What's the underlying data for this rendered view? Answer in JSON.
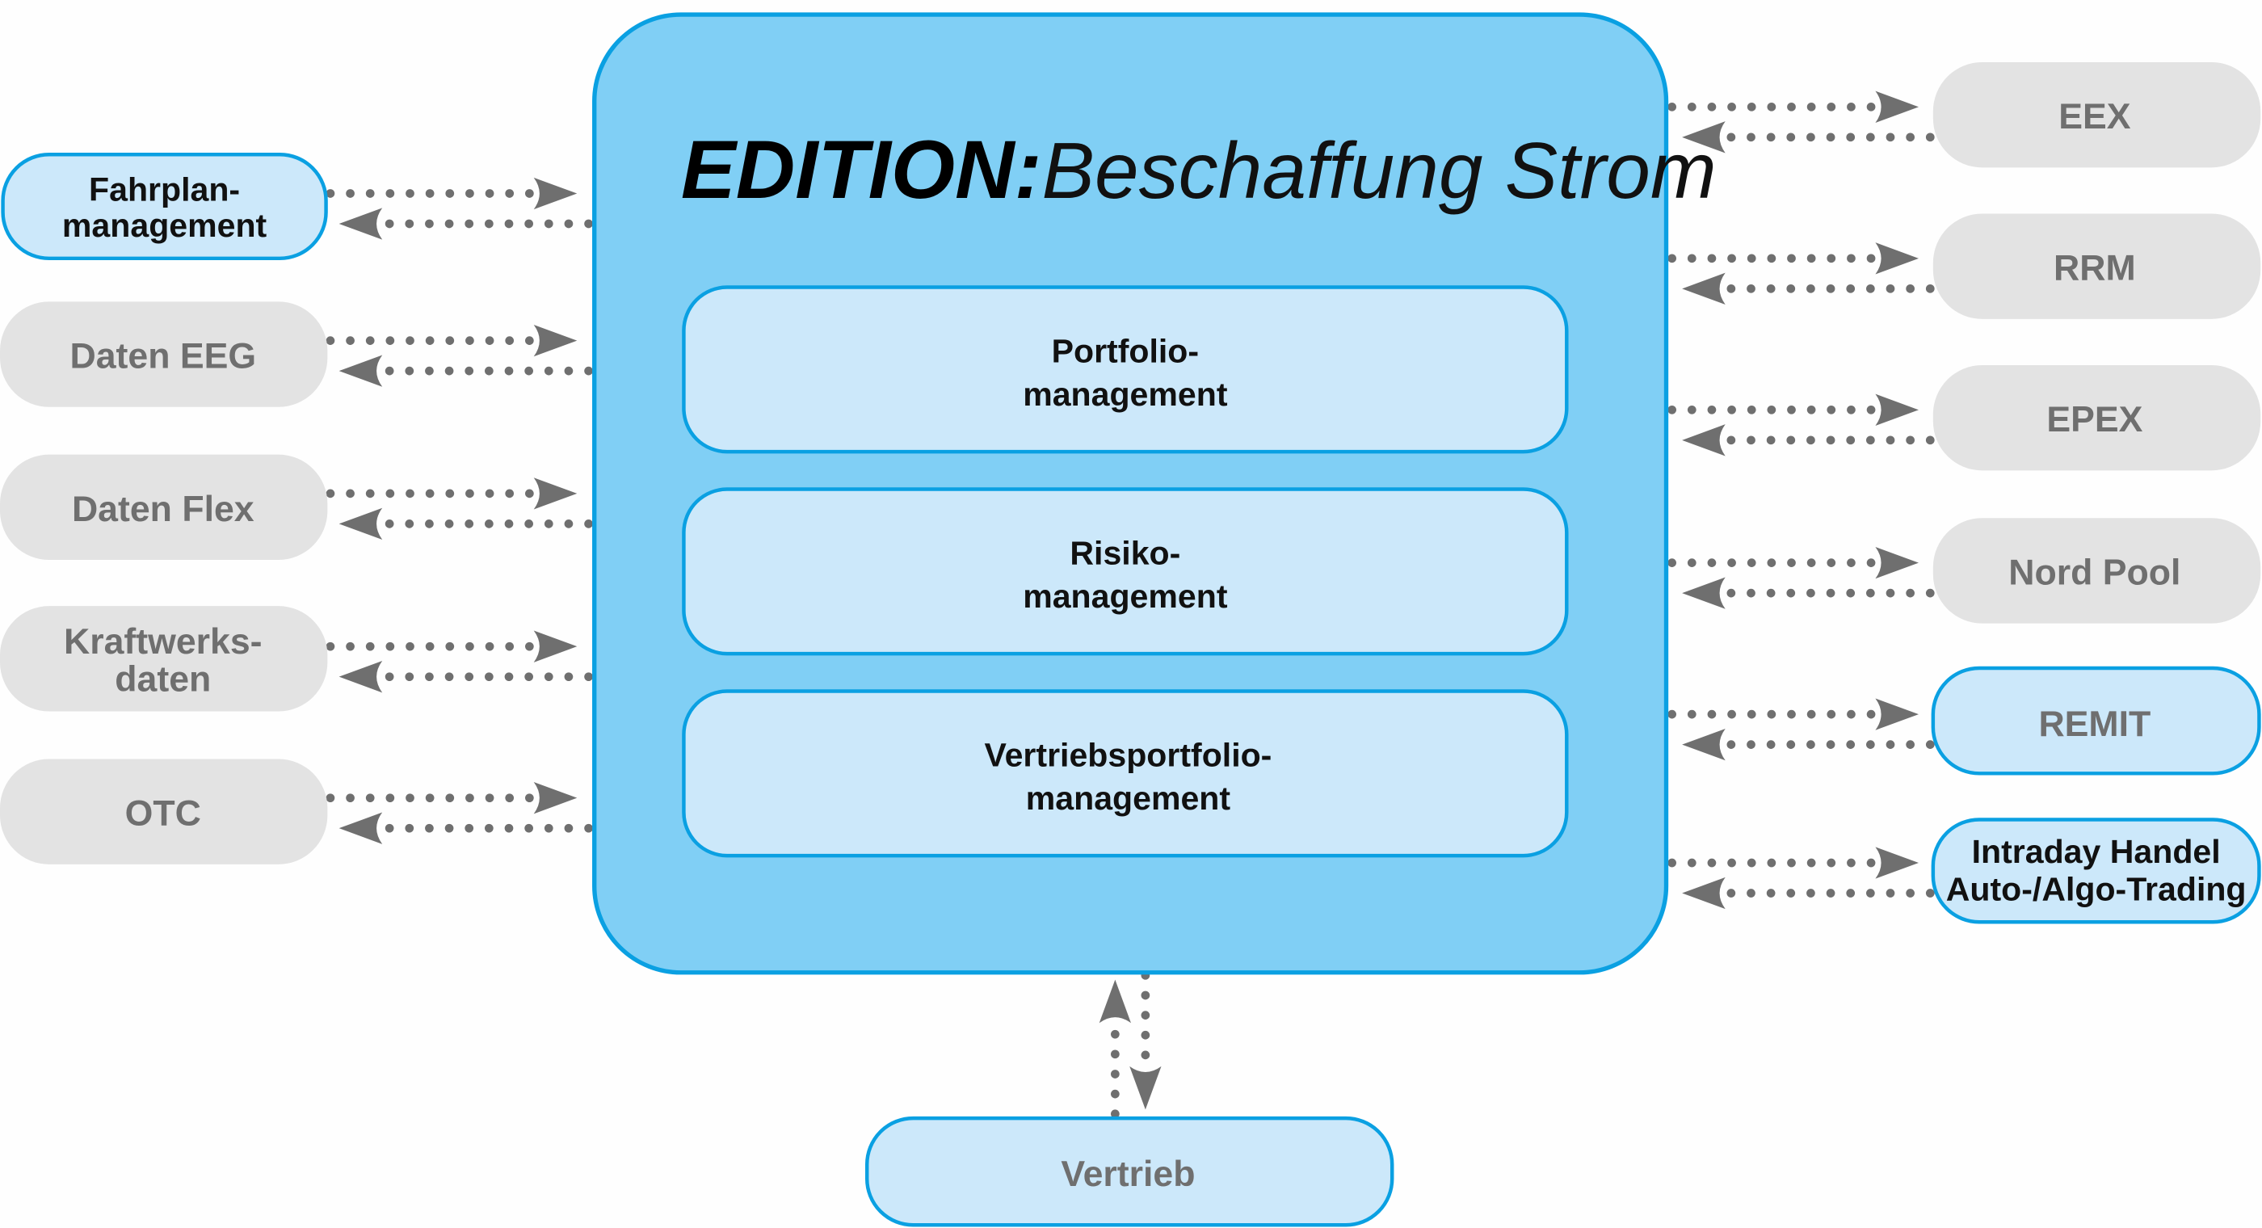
{
  "title": {
    "bold": "EDITION:",
    "light": "Beschaffung Strom"
  },
  "modules": [
    {
      "line1": "Portfolio-",
      "line2": "management"
    },
    {
      "line1": "Risiko-",
      "line2": "management"
    },
    {
      "line1": "Vertriebsportfolio-",
      "line2": "management"
    }
  ],
  "left_sources": [
    {
      "line1": "Fahrplan-",
      "line2": "management",
      "style": "blue"
    },
    {
      "line1": "Daten EEG",
      "style": "grey"
    },
    {
      "line1": "Daten Flex",
      "style": "grey"
    },
    {
      "line1": "Kraftwerks-",
      "line2": "daten",
      "style": "grey"
    },
    {
      "line1": "OTC",
      "style": "grey"
    }
  ],
  "right_targets": [
    {
      "line1": "EEX",
      "style": "grey"
    },
    {
      "line1": "RRM",
      "style": "grey"
    },
    {
      "line1": "EPEX",
      "style": "grey"
    },
    {
      "line1": "Nord Pool",
      "style": "grey"
    },
    {
      "line1": "REMIT",
      "style": "blue-greytext"
    },
    {
      "line1": "Intraday Handel",
      "line2": "Auto-/Algo-Trading",
      "style": "blue"
    }
  ],
  "bottom": {
    "label": "Vertrieb"
  },
  "colors": {
    "main_fill": "#80cff5",
    "border": "#0aa0e2",
    "light_fill": "#cce8fa",
    "grey_fill": "#e3e3e3",
    "arrow": "#6f6f6f"
  }
}
